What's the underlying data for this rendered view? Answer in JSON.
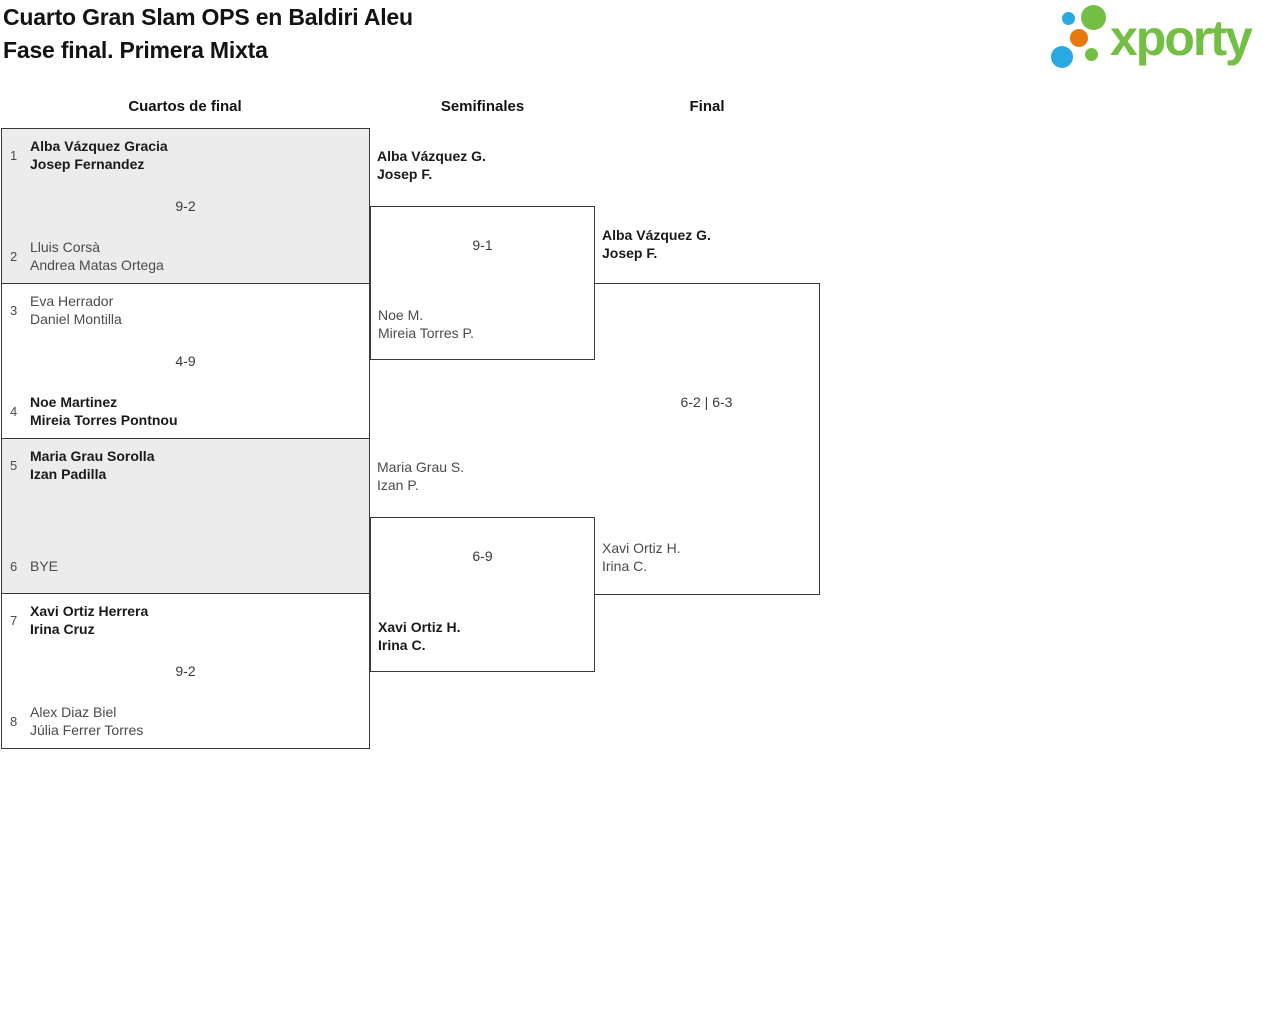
{
  "title": {
    "line1": "Cuarto Gran Slam OPS en Baldiri Aleu",
    "line2": "Fase final. Primera Mixta"
  },
  "logo": {
    "text": "xporty",
    "colors": {
      "green": "#72bf44",
      "blue": "#29a9e1",
      "orange": "#e8770e"
    }
  },
  "columns": {
    "quarterfinals": "Cuartos de final",
    "semifinals": "Semifinales",
    "final": "Final"
  },
  "quarterfinals": [
    {
      "score": "9-2",
      "top": {
        "seed": "1",
        "line1": "Alba Vázquez Gracia",
        "line2": "Josep Fernandez",
        "winner": true
      },
      "bottom": {
        "seed": "2",
        "line1": "Lluis Corsà",
        "line2": "Andrea Matas Ortega",
        "winner": false
      }
    },
    {
      "score": "4-9",
      "top": {
        "seed": "3",
        "line1": "Eva Herrador",
        "line2": "Daniel Montilla",
        "winner": false
      },
      "bottom": {
        "seed": "4",
        "line1": "Noe Martinez",
        "line2": "Mireia Torres Pontnou",
        "winner": true
      }
    },
    {
      "score": "",
      "top": {
        "seed": "5",
        "line1": "Maria Grau Sorolla",
        "line2": "Izan Padilla",
        "winner": true
      },
      "bottom": {
        "seed": "6",
        "line1": "BYE",
        "line2": "",
        "winner": false
      }
    },
    {
      "score": "9-2",
      "top": {
        "seed": "7",
        "line1": "Xavi Ortiz Herrera",
        "line2": "Irina Cruz",
        "winner": true
      },
      "bottom": {
        "seed": "8",
        "line1": "Alex Diaz Biel",
        "line2": "Júlia Ferrer Torres",
        "winner": false
      }
    }
  ],
  "semifinals": [
    {
      "score": "9-1",
      "top": {
        "line1": "Alba Vázquez G.",
        "line2": "Josep F.",
        "winner": true
      },
      "bottom": {
        "line1": "Noe M.",
        "line2": "Mireia Torres P.",
        "winner": false
      }
    },
    {
      "score": "6-9",
      "top": {
        "line1": "Maria Grau S.",
        "line2": "Izan P.",
        "winner": false
      },
      "bottom": {
        "line1": "Xavi Ortiz H.",
        "line2": "Irina C.",
        "winner": true
      }
    }
  ],
  "final": {
    "score": "6-2 | 6-3",
    "top": {
      "line1": "Alba Vázquez G.",
      "line2": "Josep F.",
      "winner": true
    },
    "bottom": {
      "line1": "Xavi Ortiz H.",
      "line2": "Irina C.",
      "winner": false
    }
  }
}
